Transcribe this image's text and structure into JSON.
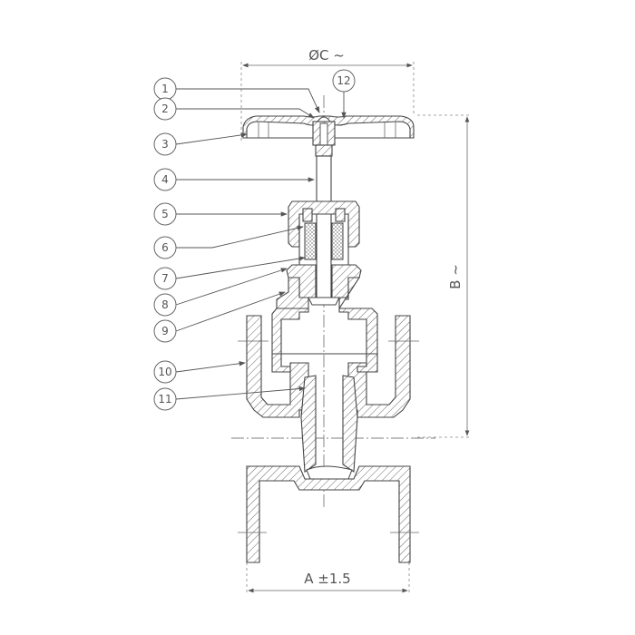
{
  "drawing": {
    "title": "Gate valve sectional drawing",
    "line_color": "#444444",
    "text_color": "#555555",
    "background": "#ffffff"
  },
  "dimensions": {
    "diameter_c": "ØC ~",
    "height_b": "B ~",
    "length_a": "A ±1.5"
  },
  "callouts": [
    {
      "id": "1",
      "label": "1"
    },
    {
      "id": "2",
      "label": "2"
    },
    {
      "id": "3",
      "label": "3"
    },
    {
      "id": "4",
      "label": "4"
    },
    {
      "id": "5",
      "label": "5"
    },
    {
      "id": "6",
      "label": "6"
    },
    {
      "id": "7",
      "label": "7"
    },
    {
      "id": "8",
      "label": "8"
    },
    {
      "id": "9",
      "label": "9"
    },
    {
      "id": "10",
      "label": "10"
    },
    {
      "id": "11",
      "label": "11"
    },
    {
      "id": "12",
      "label": "12"
    }
  ]
}
